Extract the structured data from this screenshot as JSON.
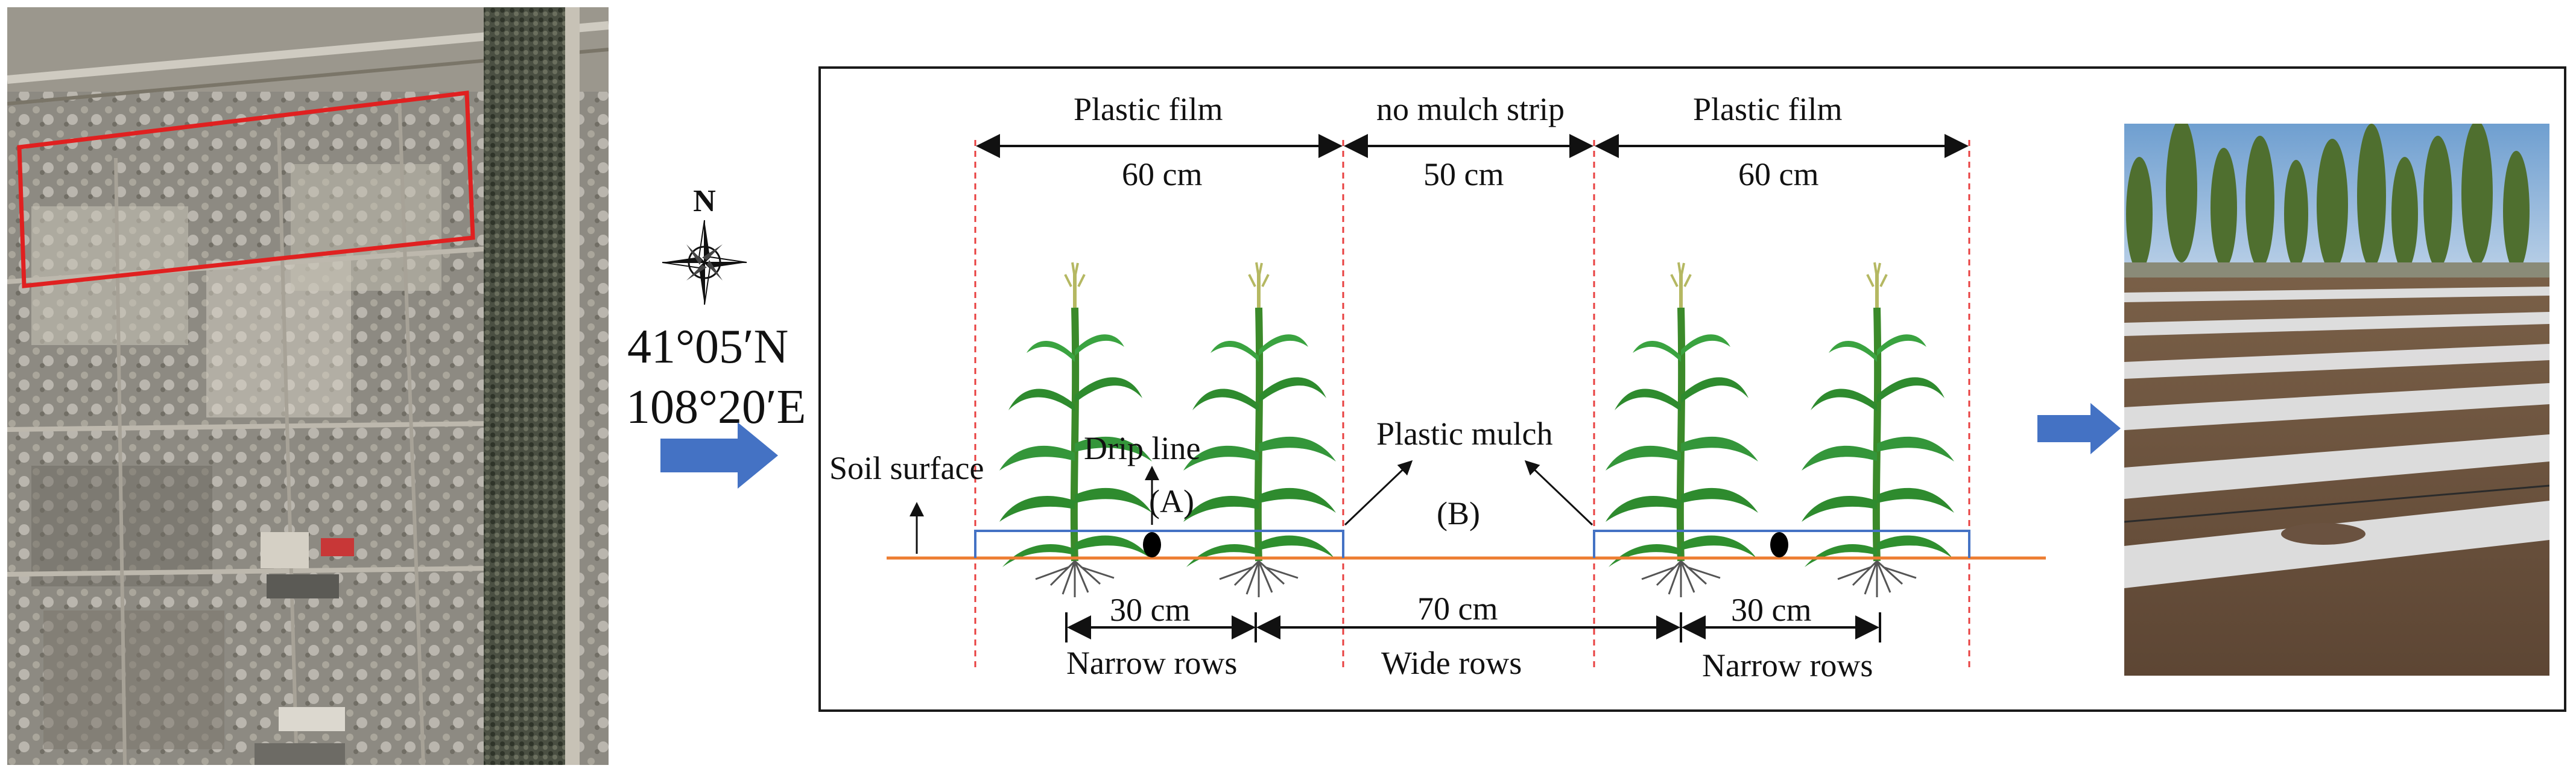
{
  "compass": {
    "north_label": "N",
    "latitude": "41°05′N",
    "longitude": "108°20′E"
  },
  "diagram": {
    "zones": [
      {
        "label": "Plastic film",
        "width": "60 cm"
      },
      {
        "label": "no mulch strip",
        "width": "50 cm"
      },
      {
        "label": "Plastic film",
        "width": "60 cm"
      }
    ],
    "soil_surface": "Soil surface",
    "drip_line": "Drip line",
    "marker_a": "(A)",
    "marker_b": "(B)",
    "plastic_mulch": "Plastic mulch",
    "spacing": [
      {
        "distance": "30 cm",
        "label": "Narrow rows"
      },
      {
        "distance": "70 cm",
        "label": "Wide rows"
      },
      {
        "distance": "30 cm",
        "label": "Narrow rows"
      }
    ]
  },
  "colors": {
    "study_area_outline": "#e02020",
    "arrow": "#4472c4",
    "soil_line": "#ed7d31",
    "mulch_line": "#4472c4",
    "guide_line": "#e84040",
    "plant_green": "#2e8b2e"
  },
  "icons": [
    "compass-rose-icon",
    "right-arrow-icon",
    "maize-plant-icon",
    "drip-emitter-icon"
  ]
}
